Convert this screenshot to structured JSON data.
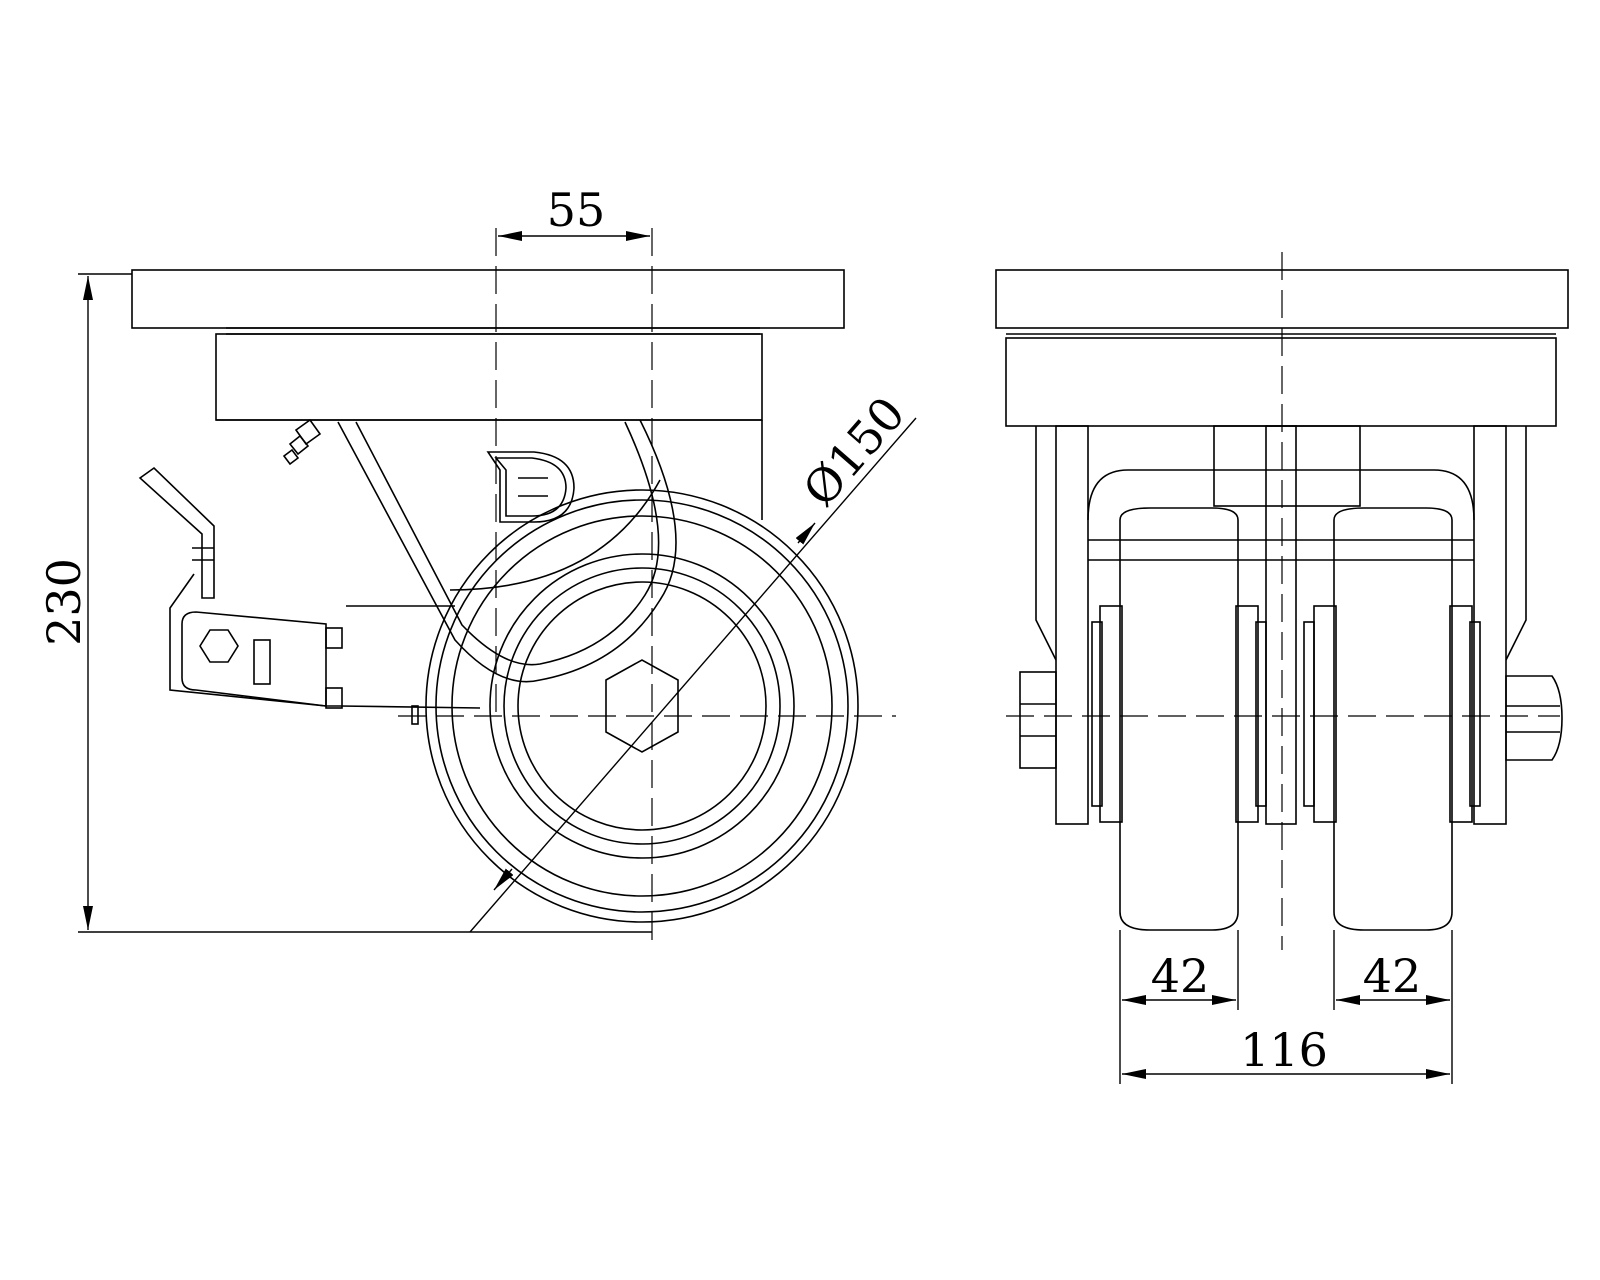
{
  "drawing": {
    "line_color": "#000000",
    "background": "#ffffff",
    "side_view": {
      "dim_total_height": "230",
      "dim_swivel_offset": "55",
      "dim_wheel_diameter": "Ø150"
    },
    "front_view": {
      "dim_wheel_width_left": "42",
      "dim_wheel_width_right": "42",
      "dim_overall_width": "116"
    }
  }
}
